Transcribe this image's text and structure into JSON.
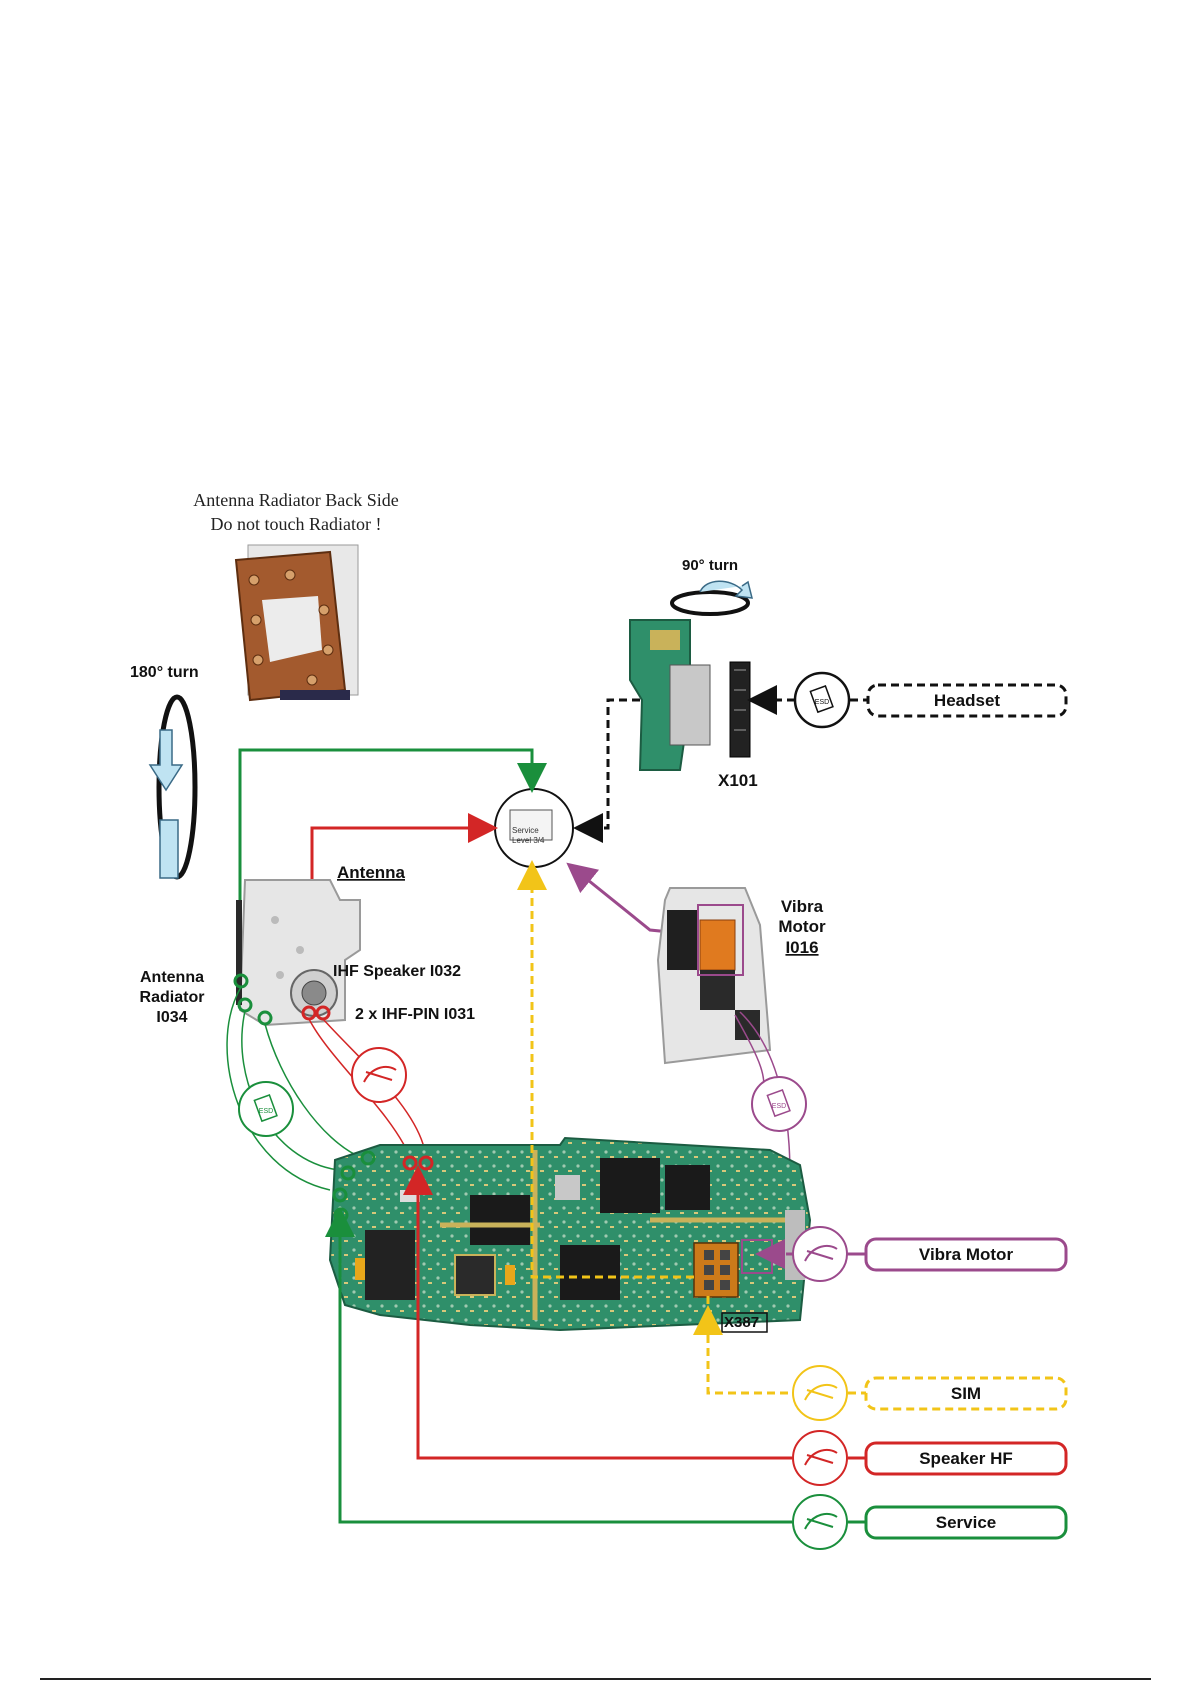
{
  "texts": {
    "antenna_back_title": "Antenna Radiator Back Side",
    "antenna_back_warning": "Do not touch Radiator !",
    "turn_180": "180° turn",
    "turn_90": "90° turn",
    "x101": "X101",
    "antenna": "Antenna",
    "ihf_speaker": "IHF Speaker I032",
    "ihf_pin": "2 x IHF-PIN I031",
    "antenna_radiator_line1": "Antenna",
    "antenna_radiator_line2": "Radiator",
    "antenna_radiator_line3": "I034",
    "vibra_line1": "Vibra",
    "vibra_line2": "Motor",
    "vibra_line3": "I016",
    "x387": "X387",
    "service_level_line1": "Service",
    "service_level_line2": "Level 3/4",
    "esd": "ESD"
  },
  "legend": {
    "headset": "Headset",
    "vibra_motor": "Vibra Motor",
    "sim": "SIM",
    "speaker_hf": "Speaker HF",
    "service": "Service"
  },
  "colors": {
    "green": "#1a8f3c",
    "red": "#d32626",
    "yellow": "#f2c418",
    "purple": "#9b4a8c",
    "black": "#111111",
    "pcb": "#2f8f6a",
    "pcb_trace": "#c9b25a",
    "copper": "#a35a2e",
    "housing": "#e6e6e6"
  }
}
